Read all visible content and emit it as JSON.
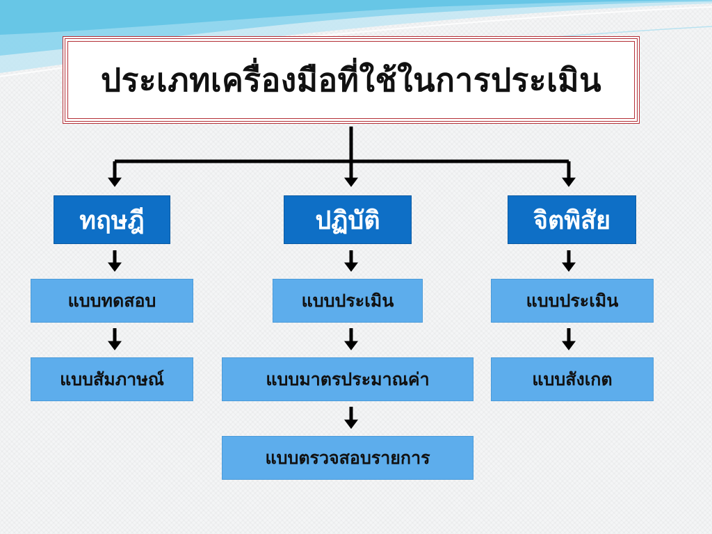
{
  "title": "ประเภทเครื่องมือที่ใช้ในการประเมิน",
  "colors": {
    "category_fill": "#0e6fc6",
    "sub_fill": "#5dadec",
    "title_border": "#b32d35",
    "connector": "#000000",
    "wave": "#6fc8e8"
  },
  "categories": [
    {
      "label": "ทฤษฎี",
      "items": [
        "แบบทดสอบ",
        "แบบสัมภาษณ์"
      ]
    },
    {
      "label": "ปฏิบัติ",
      "items": [
        "แบบประเมิน",
        "แบบมาตรประมาณค่า",
        "แบบตรวจสอบรายการ"
      ]
    },
    {
      "label": "จิตพิสัย",
      "items": [
        "แบบประเมิน",
        "แบบสังเกต"
      ]
    }
  ]
}
